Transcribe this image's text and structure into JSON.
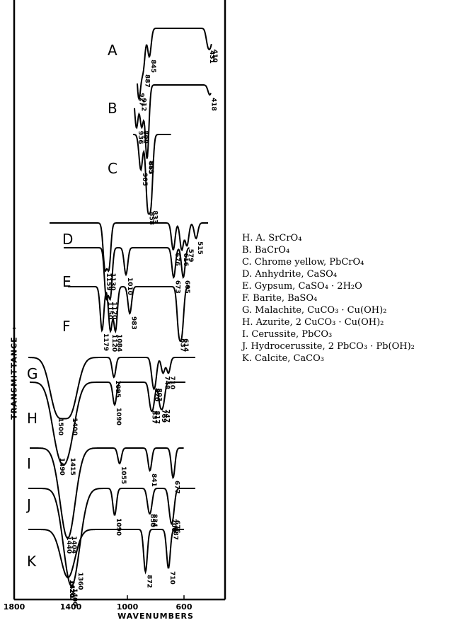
{
  "chart_data": {
    "type": "line",
    "ylabel": "TRANSMITTANCE →",
    "xlabel": "WAVENUMBERS",
    "xlim": [
      1800,
      300
    ],
    "x_ticks": [
      "1800",
      "1400",
      "1000",
      "600"
    ],
    "grid": false,
    "legend_position": "right",
    "spectra": [
      {
        "letter": "A",
        "bands": [
          "431",
          "410",
          "927",
          "912",
          "887",
          "845"
        ]
      },
      {
        "letter": "B",
        "bands": [
          "418",
          "936",
          "899",
          "863",
          "859"
        ]
      },
      {
        "letter": "C",
        "bands": [
          "905",
          "858",
          "833"
        ]
      },
      {
        "letter": "D",
        "bands": [
          "1159",
          "1130",
          "676",
          "616",
          "579",
          "515"
        ]
      },
      {
        "letter": "E",
        "bands": [
          "1150",
          "1120",
          "1010",
          "673",
          "605"
        ]
      },
      {
        "letter": "F",
        "bands": [
          "1179",
          "1120",
          "1084",
          "983",
          "637",
          "614"
        ]
      },
      {
        "letter": "G",
        "bands": [
          "1500",
          "1400",
          "1095",
          "820",
          "803",
          "748",
          "710"
        ]
      },
      {
        "letter": "H",
        "bands": [
          "1490",
          "1415",
          "1090",
          "837",
          "817",
          "769",
          "747"
        ]
      },
      {
        "letter": "I",
        "bands": [
          "1440",
          "1404",
          "1055",
          "841",
          "677"
        ]
      },
      {
        "letter": "J",
        "bands": [
          "1420",
          "1400",
          "1360",
          "1090",
          "850",
          "834",
          "700",
          "687",
          "676"
        ]
      },
      {
        "letter": "K",
        "bands": [
          "1420",
          "872",
          "710"
        ]
      }
    ]
  },
  "legend": [
    "H. A. SrCrO₄",
    "B. BaCrO₄",
    "C. Chrome yellow, PbCrO₄",
    "D. Anhydrite, CaSO₄",
    "E. Gypsum, CaSO₄ · 2H₂O",
    "F. Barite, BaSO₄",
    "G. Malachite, CuCO₃ · Cu(OH)₂",
    "H. Azurite, 2 CuCO₃ · Cu(OH)₂",
    "I. Cerussite, PbCO₃",
    "J. Hydrocerussite, 2 PbCO₃ · Pb(OH)₂",
    "K. Calcite, CaCO₃"
  ]
}
